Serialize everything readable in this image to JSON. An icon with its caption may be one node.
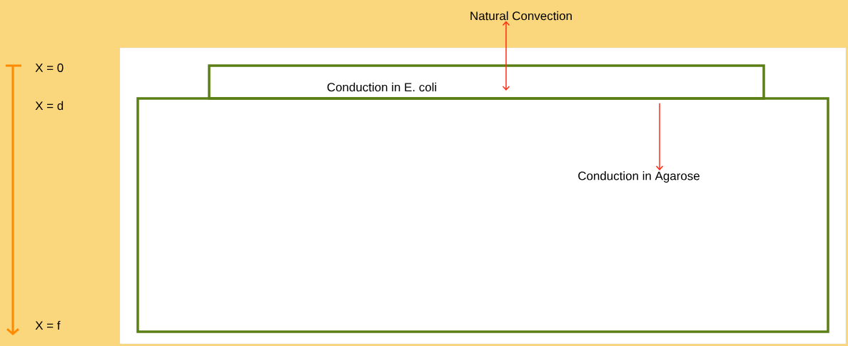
{
  "diagram": {
    "nodes": [
      {
        "text": [
          "Natural Convection"
        ]
      },
      {
        "text": [
          "Conduction in E. coli"
        ]
      },
      {
        "text": [
          "Conduction in Agarose"
        ]
      }
    ],
    "edges": [
      {
        "from": 0,
        "to": 1,
        "arrow": "both",
        "color": "#ff2a14"
      },
      {
        "from": 1,
        "to": 2,
        "arrow": "to",
        "color": "#ff2a14"
      }
    ],
    "labels": [
      "X = 0",
      "X = d",
      "X = f"
    ]
  }
}
